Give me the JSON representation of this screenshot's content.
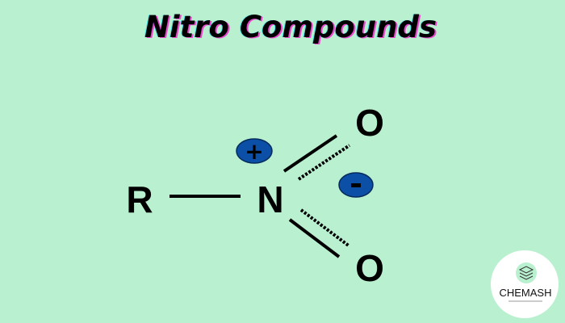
{
  "title": "Nitro Compounds",
  "colors": {
    "background": "#b9f0cf",
    "charge": "#0b4fa6",
    "text": "#000000"
  },
  "structure": {
    "atoms": {
      "r": "R",
      "n": "N",
      "o_top": "O",
      "o_bottom": "O"
    },
    "charges": {
      "plus": "+",
      "minus": "-"
    }
  },
  "logo": {
    "name": "CHEMASH",
    "icon": "stacked-layers-icon"
  }
}
